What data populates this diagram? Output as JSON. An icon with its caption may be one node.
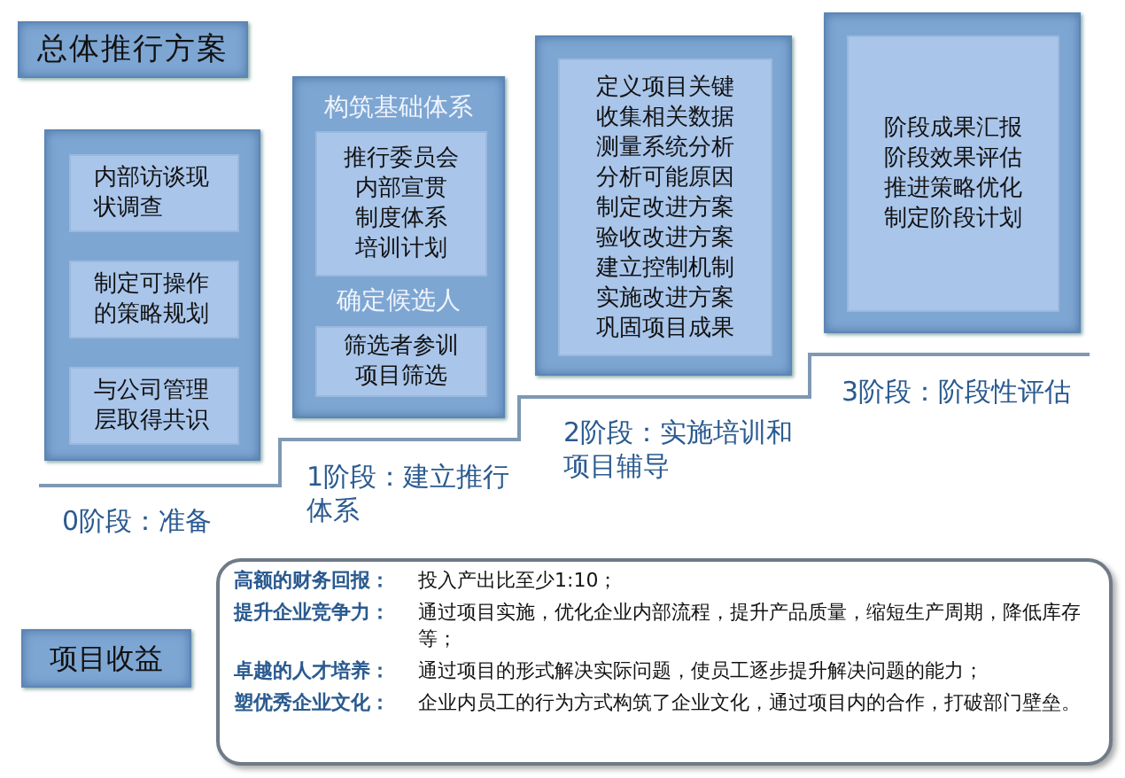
{
  "diagram": {
    "nodes": [
      {
        "text": [
          "总体推行方案"
        ]
      },
      {
        "text": [],
        "shape": "box"
      },
      {
        "text": [
          "内部访谈现状调查"
        ],
        "in": 1
      },
      {
        "text": [
          "制定可操作的策略规划"
        ],
        "in": 1
      },
      {
        "text": [
          "与公司管理层取得共识"
        ],
        "in": 1
      },
      {
        "text": [
          "构筑基础体系",
          "确定候选人"
        ]
      },
      {
        "text": [
          "推行委员会",
          "内部宣贯",
          "制度体系",
          "培训计划"
        ],
        "in": 5
      },
      {
        "text": [
          "筛选者参训",
          "项目筛选"
        ],
        "in": 5
      },
      {
        "text": [],
        "shape": "box"
      },
      {
        "text": [
          "定义项目关键",
          "收集相关数据",
          "测量系统分析",
          "分析可能原因",
          "制定改进方案",
          "验收改进方案",
          "建立控制机制",
          "实施改进方案",
          "巩固项目成果"
        ],
        "in": 8
      },
      {
        "text": [],
        "shape": "box"
      },
      {
        "text": [
          "阶段成果汇报",
          "阶段效果评估",
          "推进策略优化",
          "制定阶段计划"
        ],
        "in": 10
      },
      {
        "text": [
          "项目收益"
        ]
      },
      {
        "text": [
          "高额的财务回报：",
          "投入产出比至少1:10；",
          "提升企业竞争力：",
          "通过项目实施，优化企业内部流程，提升产品质量，缩短生产周期，降低库存等；",
          "卓越的人才培养：",
          "通过项目的形式解决实际问题，使员工逐步提升解决问题的能力；",
          "塑优秀企业文化：",
          "企业内员工的行为方式构筑了企业文化，通过项目内的合作，打破部门壁垒。"
        ]
      }
    ],
    "edges": [],
    "labels": [
      "0阶段：准备",
      "1阶段：建立推行体系",
      "2阶段：实施培训和项目辅导",
      "3阶段：阶段性评估"
    ]
  }
}
